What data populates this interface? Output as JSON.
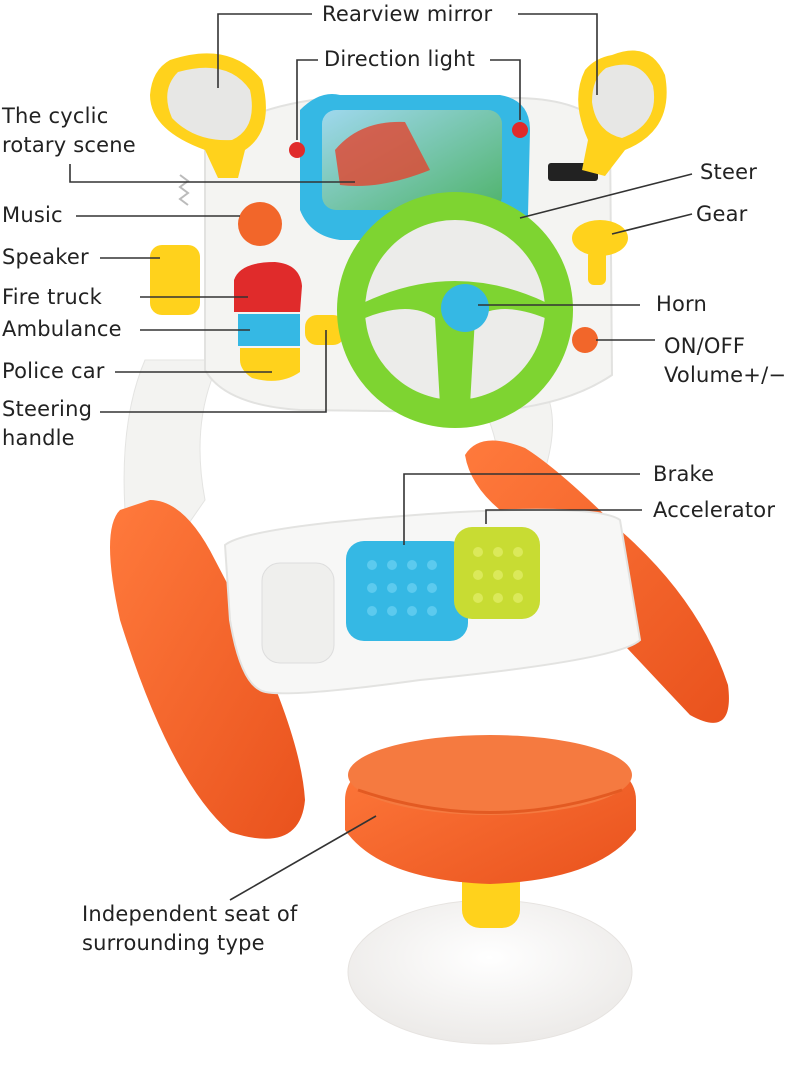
{
  "figure": {
    "labels": {
      "rearview_mirror": "Rearview mirror",
      "direction_light": "Direction light",
      "cyclic_rotary_scene": "The cyclic\nrotary scene",
      "steer": "Steer",
      "music": "Music",
      "gear": "Gear",
      "speaker": "Speaker",
      "fire_truck": "Fire truck",
      "horn": "Horn",
      "ambulance": "Ambulance",
      "on_off": "ON/OFF\nVolume+/−",
      "police_car": "Police car",
      "steering_handle": "Steering\nhandle",
      "brake": "Brake",
      "accelerator": "Accelerator",
      "seat": "Independent seat of\nsurrounding type"
    },
    "colors": {
      "orange": "#f2662a",
      "yellow": "#ffd21c",
      "blue": "#35b8e4",
      "green": "#7ed431",
      "lime": "#c8dc33",
      "red": "#e02b2b",
      "white_body": "#f4f4f2"
    }
  }
}
